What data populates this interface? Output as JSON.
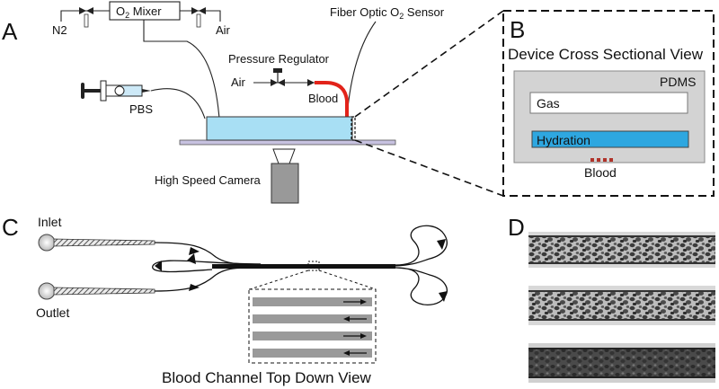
{
  "panels": {
    "a": "A",
    "b": "B",
    "c": "C",
    "d": "D"
  },
  "panel_a": {
    "mixer": "O",
    "mixer_sub": "2",
    "mixer_tail": " Mixer",
    "n2": "N2",
    "air_top": "Air",
    "sensor": "Fiber Optic O",
    "sensor_sub": "2",
    "sensor_tail": " Sensor",
    "pressure": "Pressure Regulator",
    "air_reg": "Air",
    "blood": "Blood",
    "pbs": "PBS",
    "camera": "High Speed Camera"
  },
  "panel_b": {
    "title": "Device Cross Sectional View",
    "pdms": "PDMS",
    "gas": "Gas",
    "hydration": "Hydration",
    "blood": "Blood"
  },
  "panel_c": {
    "inlet": "Inlet",
    "outlet": "Outlet",
    "caption": "Blood Channel Top Down View"
  },
  "colors": {
    "device": "#a8dff4",
    "hydration": "#2ea7e0",
    "pdms": "#d3d3d3",
    "blood_tube": "#e2231a",
    "blood_dots": "#b0332a",
    "slide": "#c7c2e0",
    "channel_gray": "#9a9a9a"
  }
}
